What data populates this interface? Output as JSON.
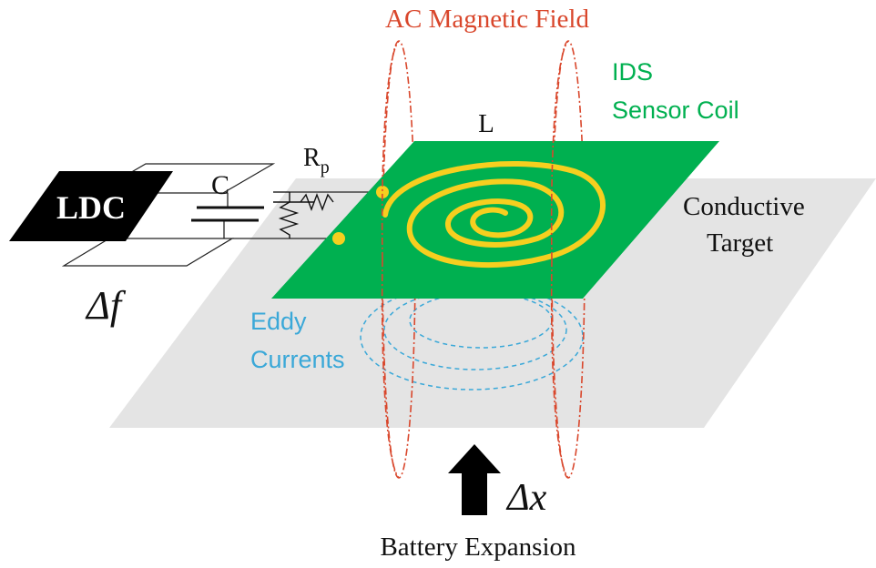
{
  "labels": {
    "field": "AC Magnetic Field",
    "coil_line1": "IDS",
    "coil_line2": "Sensor Coil",
    "inductance": "L",
    "resistance_main": "R",
    "resistance_sub": "p",
    "capacitance": "C",
    "ldc": "LDC",
    "delta_f": "Δf",
    "target_line1": "Conductive",
    "target_line2": "Target",
    "eddy_line1": "Eddy",
    "eddy_line2": "Currents",
    "delta_x": "Δx",
    "expansion": "Battery Expansion"
  },
  "colors": {
    "field": "#d9472c",
    "coil_board": "#00b050",
    "coil_trace": "#f6cf1f",
    "target": "#e4e4e4",
    "eddy": "#3aa8d8",
    "ldc_block": "#000000",
    "text": "#111111"
  },
  "icons": {
    "arrow": "up-arrow-icon",
    "capacitor": "capacitor-icon",
    "resistor": "resistor-icon"
  }
}
